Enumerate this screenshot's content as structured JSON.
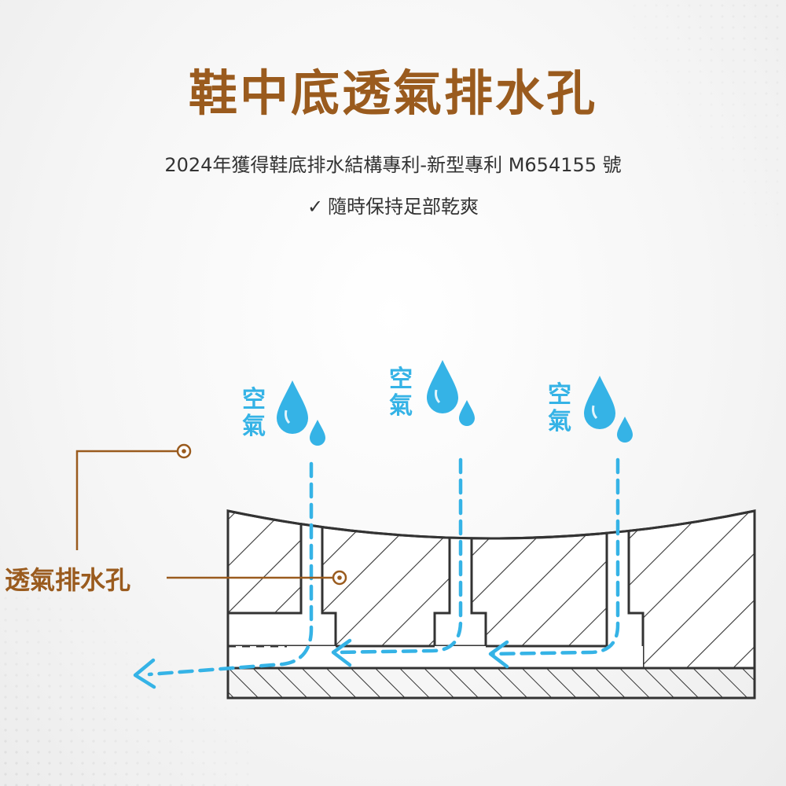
{
  "title": "鞋中底透氣排水孔",
  "subtitle": "2024年獲得鞋底排水結構專利-新型專利 M654155 號",
  "checkline": {
    "mark": "✓",
    "text": "隨時保持足部乾爽"
  },
  "callout_label": "透氣排水孔",
  "air_labels": [
    "空\n氣",
    "空\n氣",
    "空\n氣"
  ],
  "colors": {
    "accent": "#9a5b1e",
    "water": "#35b3e6",
    "line": "#333333"
  }
}
